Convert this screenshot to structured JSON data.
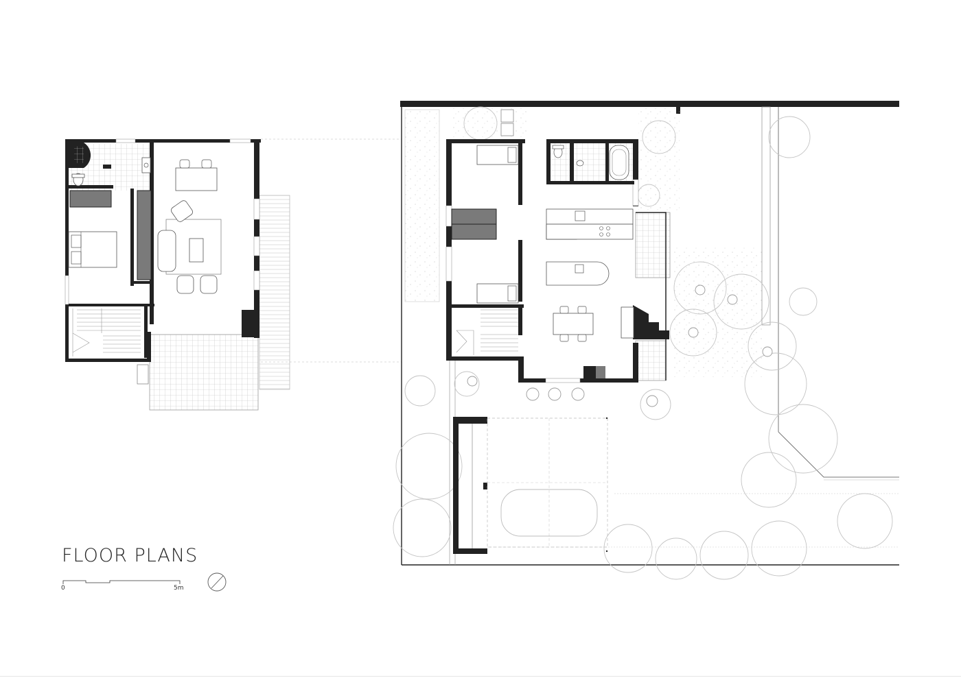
{
  "title": "FLOOR PLANS",
  "scale_bar": {
    "start_label": "0",
    "end_label": "5m"
  },
  "icons": [
    "north-arrow-icon"
  ],
  "colors": {
    "wall": "#222222",
    "fill": "#7a7a7a",
    "line": "#9a9a9a",
    "foliage": "#c4c4c4"
  }
}
